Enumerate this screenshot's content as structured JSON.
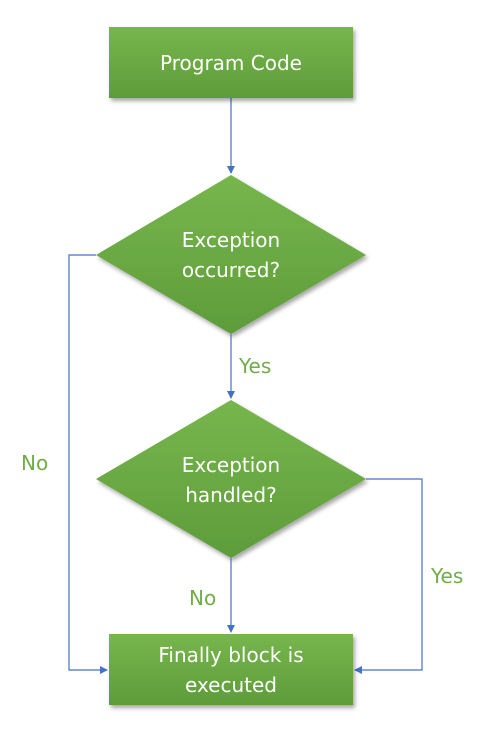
{
  "nodes": {
    "start": {
      "text": "Program Code"
    },
    "decision1": {
      "line1": "Exception",
      "line2": "occurred?"
    },
    "decision2": {
      "line1": "Exception",
      "line2": "handled?"
    },
    "end": {
      "line1": "Finally block is",
      "line2": "executed"
    }
  },
  "edge_labels": {
    "d1_yes": "Yes",
    "d1_no": "No",
    "d2_yes": "Yes",
    "d2_no": "No"
  },
  "colors": {
    "node_fill": "#6aaa44",
    "node_stroke": "#5b9a38",
    "connector": "#4472c4",
    "label_text": "#70ad47"
  }
}
